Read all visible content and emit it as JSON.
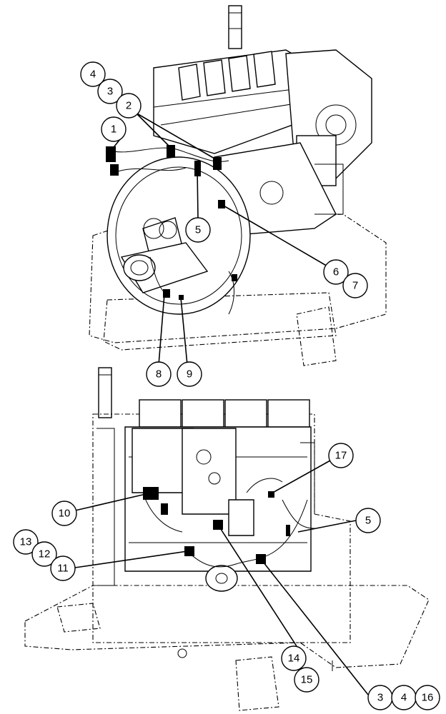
{
  "callouts": {
    "c1": "1",
    "c2": "2",
    "c3a": "3",
    "c4a": "4",
    "c5a": "5",
    "c6": "6",
    "c7": "7",
    "c8": "8",
    "c9": "9",
    "c10": "10",
    "c11": "11",
    "c12": "12",
    "c13": "13",
    "c14": "14",
    "c15": "15",
    "c5b": "5",
    "c17": "17",
    "c3b": "3",
    "c4b": "4",
    "c16": "16"
  }
}
